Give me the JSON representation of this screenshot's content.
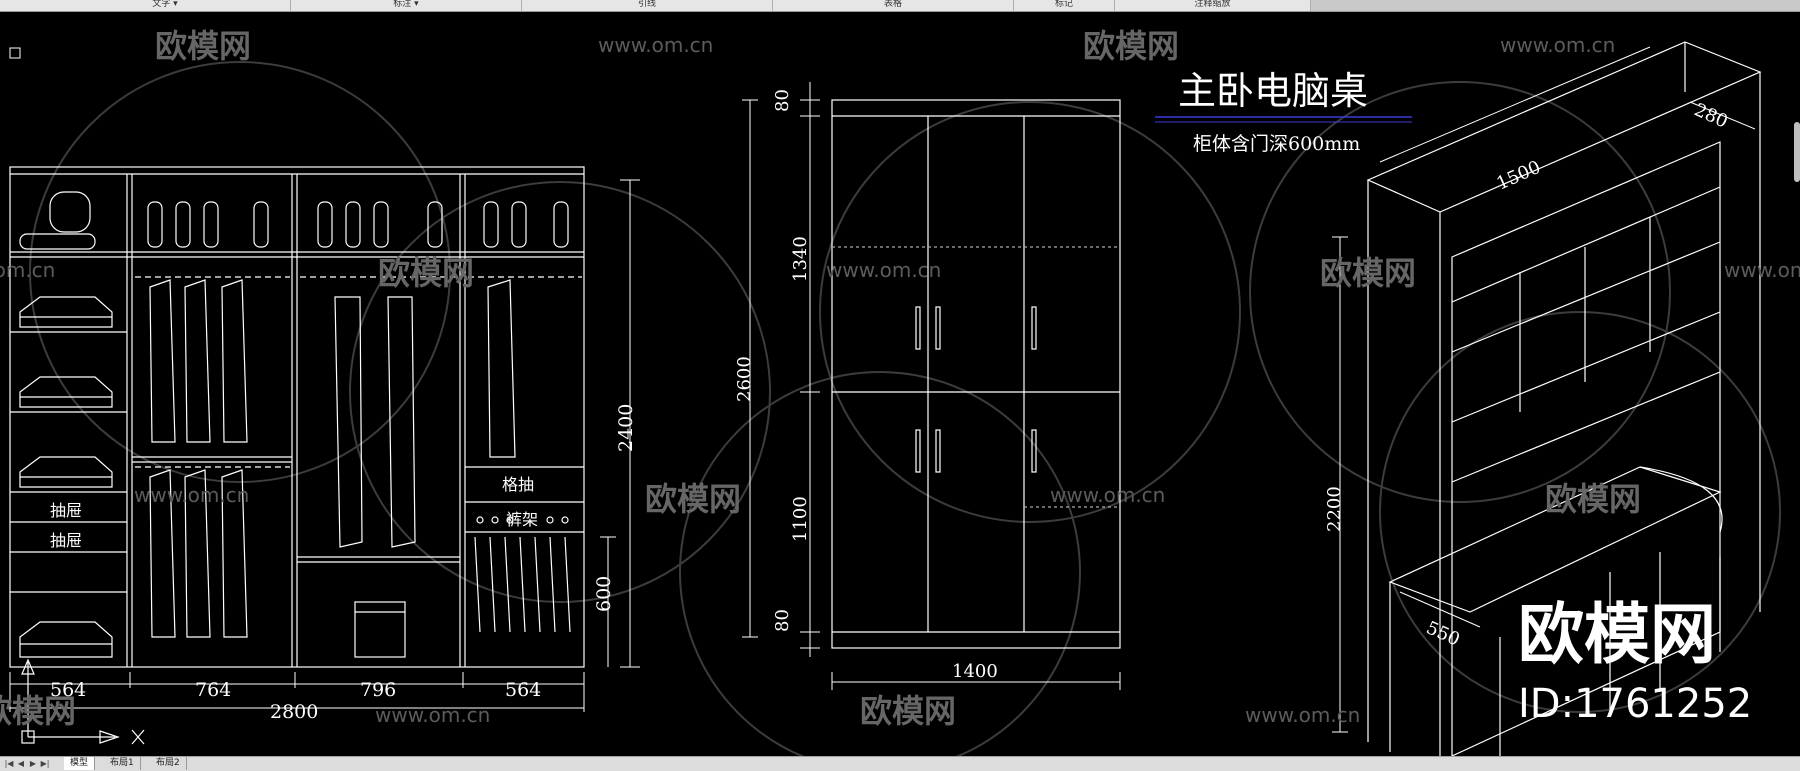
{
  "ribbon": {
    "groups": [
      "文字 ▾",
      "标注 ▾",
      "引线",
      "表格",
      "标记",
      "注释缩放"
    ]
  },
  "watermark": {
    "brand": "欧模网",
    "site": "www.om.cn",
    "id_label": "ID:1761252"
  },
  "drawing": {
    "title": "主卧电脑桌",
    "subtitle": "柜体含门深600mm",
    "wardrobe": {
      "labels": {
        "drawer1": "抽屉",
        "drawer2": "抽屉",
        "grid_drawer": "格抽",
        "pants_rack": "裤架"
      },
      "dims": {
        "w1": "564",
        "w2": "764",
        "w3": "796",
        "w4": "564",
        "total_w": "2800",
        "height": "2400",
        "lower": "600"
      }
    },
    "cabinet": {
      "dims": {
        "top": "80",
        "upper": "1340",
        "overall": "2600",
        "lower": "1100",
        "bottom": "80",
        "width": "1400"
      }
    },
    "iso": {
      "dims": {
        "depth_top": "280",
        "width": "1500",
        "height": "2200",
        "desk_depth": "550"
      }
    }
  },
  "bottom_tabs": {
    "nav": [
      "|◀",
      "◀",
      "▶",
      "▶|"
    ],
    "tabs": [
      "模型",
      "布局1",
      "布局2"
    ]
  },
  "colors": {
    "background": "#000000",
    "line": "#ffffff",
    "dim_text": "#ffffff",
    "watermark": "#5a5a5a"
  }
}
